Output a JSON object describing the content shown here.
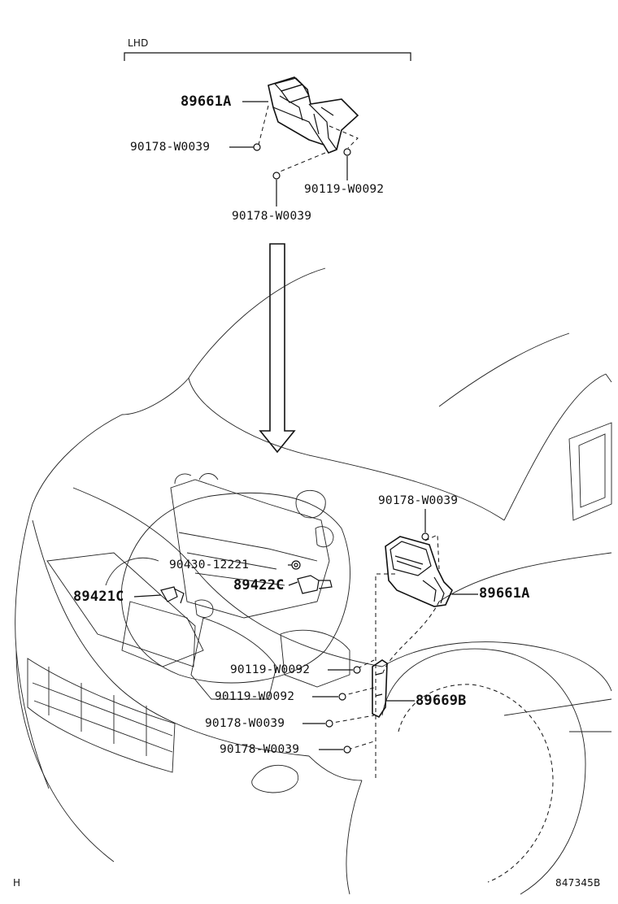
{
  "section_label": "LHD",
  "parts": {
    "ecu_top": "89661A",
    "nut_top_left": "90178-W0039",
    "bolt_top": "90119-W0092",
    "nut_top_bottom": "90178-W0039",
    "nut_right": "90178-W0039",
    "washer": "90430-12221",
    "sensor_c2": "89422C",
    "sensor_c1": "89421C",
    "ecu_main": "89661A",
    "bolt_1": "90119-W0092",
    "bolt_2": "90119-W0092",
    "bracket": "89669B",
    "nut_lower_1": "90178-W0039",
    "nut_lower_2": "90178-W0039"
  },
  "footer": {
    "left_mark": "H",
    "drawing_id": "847345B"
  }
}
